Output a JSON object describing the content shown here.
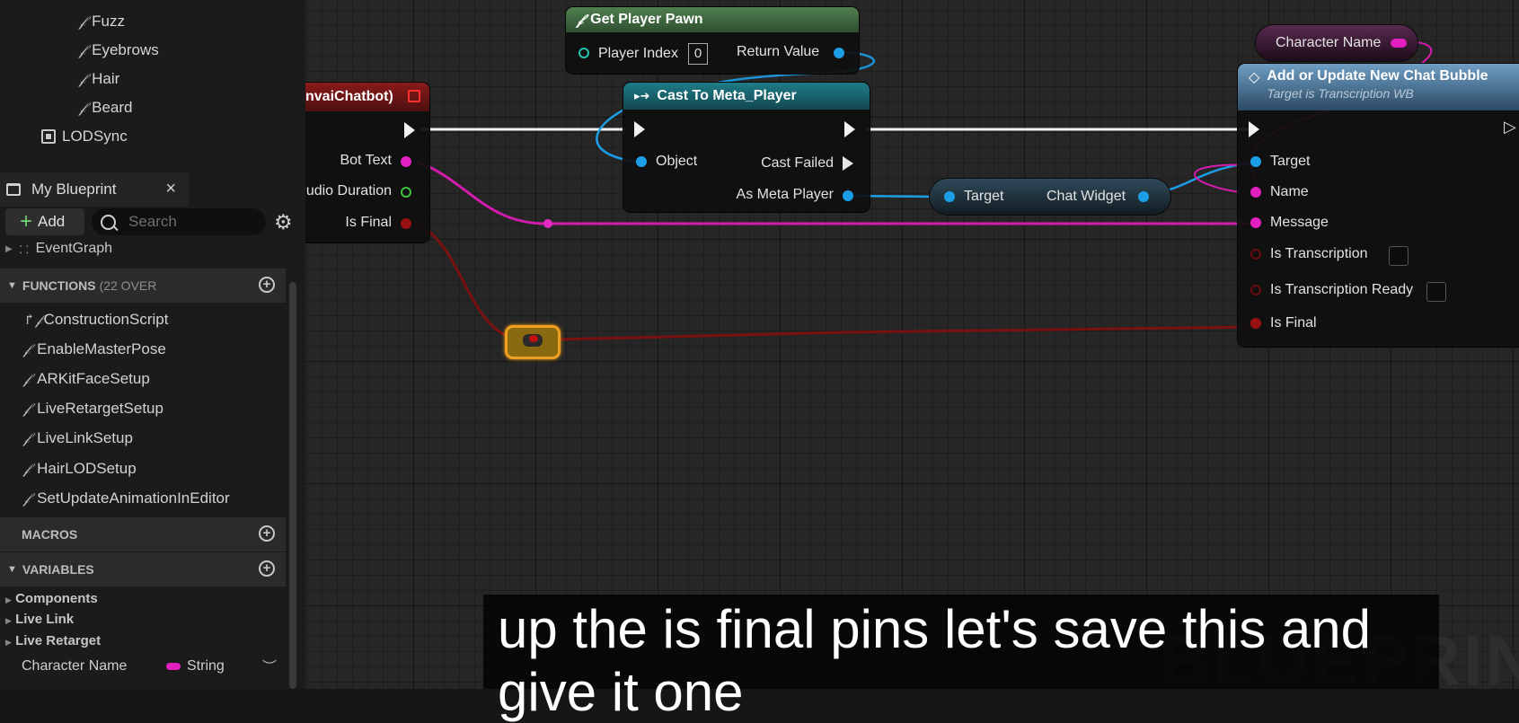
{
  "components": {
    "items": [
      {
        "icon": "groom-icon",
        "label": "Fuzz"
      },
      {
        "icon": "groom-icon",
        "label": "Eyebrows"
      },
      {
        "icon": "groom-icon",
        "label": "Hair"
      },
      {
        "icon": "groom-icon",
        "label": "Beard"
      },
      {
        "icon": "component-icon",
        "label": "LODSync"
      }
    ]
  },
  "my_blueprint": {
    "tab_label": "My Blueprint",
    "add_label": "Add",
    "search_placeholder": "Search",
    "event_graph": "EventGraph",
    "functions_header": "FUNCTIONS",
    "functions_count": "(22 OVER",
    "functions": [
      "ConstructionScript",
      "EnableMasterPose",
      "ARKitFaceSetup",
      "LiveRetargetSetup",
      "LiveLinkSetup",
      "HairLODSetup",
      "SetUpdateAnimationInEditor"
    ],
    "macros_header": "MACROS",
    "variables_header": "VARIABLES",
    "variable_groups": [
      "Components",
      "Live Link",
      "Live Retarget"
    ],
    "variable": {
      "name": "Character Name",
      "type": "String"
    }
  },
  "nodes": {
    "event": {
      "title": "nvaiChatbot)",
      "pins": {
        "bot_text": "Bot Text",
        "audio_duration": "udio Duration",
        "is_final": "Is Final"
      }
    },
    "get_player_pawn": {
      "title": "Get Player Pawn",
      "player_index": "Player Index",
      "player_index_value": "0",
      "return_value": "Return Value"
    },
    "cast": {
      "title": "Cast To Meta_Player",
      "object": "Object",
      "cast_failed": "Cast Failed",
      "as_meta_player": "As Meta Player"
    },
    "chat_widget": {
      "target": "Target",
      "chat_widget": "Chat Widget"
    },
    "character_name": {
      "label": "Character Name"
    },
    "add_bubble": {
      "title": "Add or Update New Chat Bubble",
      "subtitle": "Target is Transcription WB",
      "pins": {
        "target": "Target",
        "name": "Name",
        "message": "Message",
        "is_transcription": "Is Transcription",
        "is_transcription_ready": "Is Transcription Ready",
        "is_final": "Is Final"
      }
    }
  },
  "subtitle": {
    "line1": "up the is final pins let's save this and",
    "line2": "give it one"
  },
  "watermark": "BLUEPRINT",
  "colors": {
    "exec": "#f2f2f2",
    "string": "#e21fbf",
    "object": "#1c9ee6",
    "bool": "#9a1010",
    "float": "#3ec33e",
    "pure_header": "#3d6e3d",
    "cast_header": "#1d6f7a",
    "event_header": "#8a1a1a"
  }
}
